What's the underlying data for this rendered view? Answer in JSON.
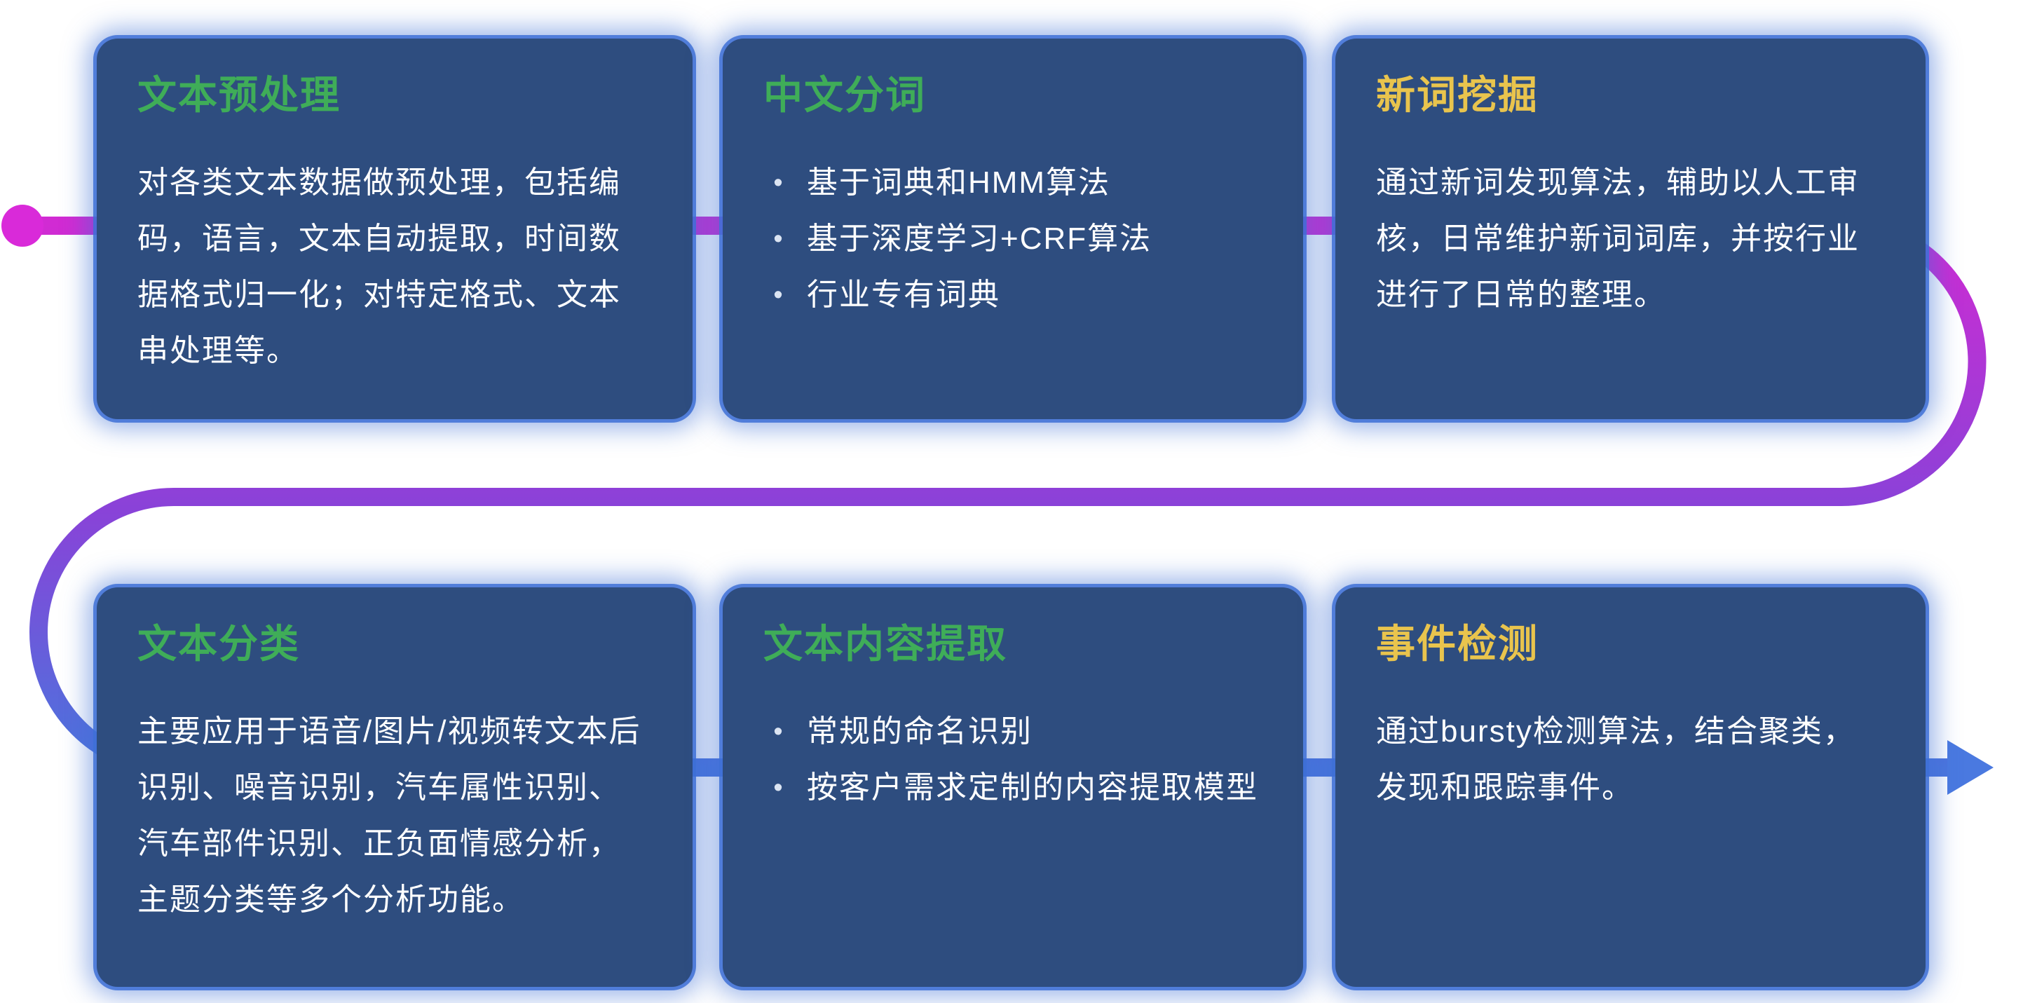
{
  "glyphs": {
    "bullet": "•"
  },
  "colors": {
    "card_bg": "#2e4d7f",
    "card_glow": "#3e70d6",
    "title_green": "#3fad58",
    "title_yellow": "#e9c44d",
    "body_text": "#ffffff",
    "pipe_start": "#d12bd3",
    "pipe_mid": "#8a42d8",
    "pipe_end": "#4a75dd",
    "dot": "#d92ad9",
    "arrow": "#4a79e0"
  },
  "cards": [
    {
      "title": "文本预处理",
      "accent": "#3fad58",
      "paragraph": "对各类文本数据做预处理，包括编码，语言，文本自动提取，时间数据格式归一化；对特定格式、文本串处理等。"
    },
    {
      "title": "中文分词",
      "accent": "#3fad58",
      "bullets": [
        "基于词典和HMM算法",
        "基于深度学习+CRF算法",
        "行业专有词典"
      ]
    },
    {
      "title": "新词挖掘",
      "accent": "#e9c44d",
      "paragraph": "通过新词发现算法，辅助以人工审核，日常维护新词词库，并按行业进行了日常的整理。"
    },
    {
      "title": "文本分类",
      "accent": "#3fad58",
      "paragraph": "主要应用于语音/图片/视频转文本后识别、噪音识别，汽车属性识别、汽车部件识别、正负面情感分析，主题分类等多个分析功能。"
    },
    {
      "title": "文本内容提取",
      "accent": "#3fad58",
      "bullets": [
        "常规的命名识别",
        "按客户需求定制的内容提取模型"
      ]
    },
    {
      "title": "事件检测",
      "accent": "#e9c44d",
      "paragraph": "通过bursty检测算法，结合聚类，发现和跟踪事件。"
    }
  ]
}
